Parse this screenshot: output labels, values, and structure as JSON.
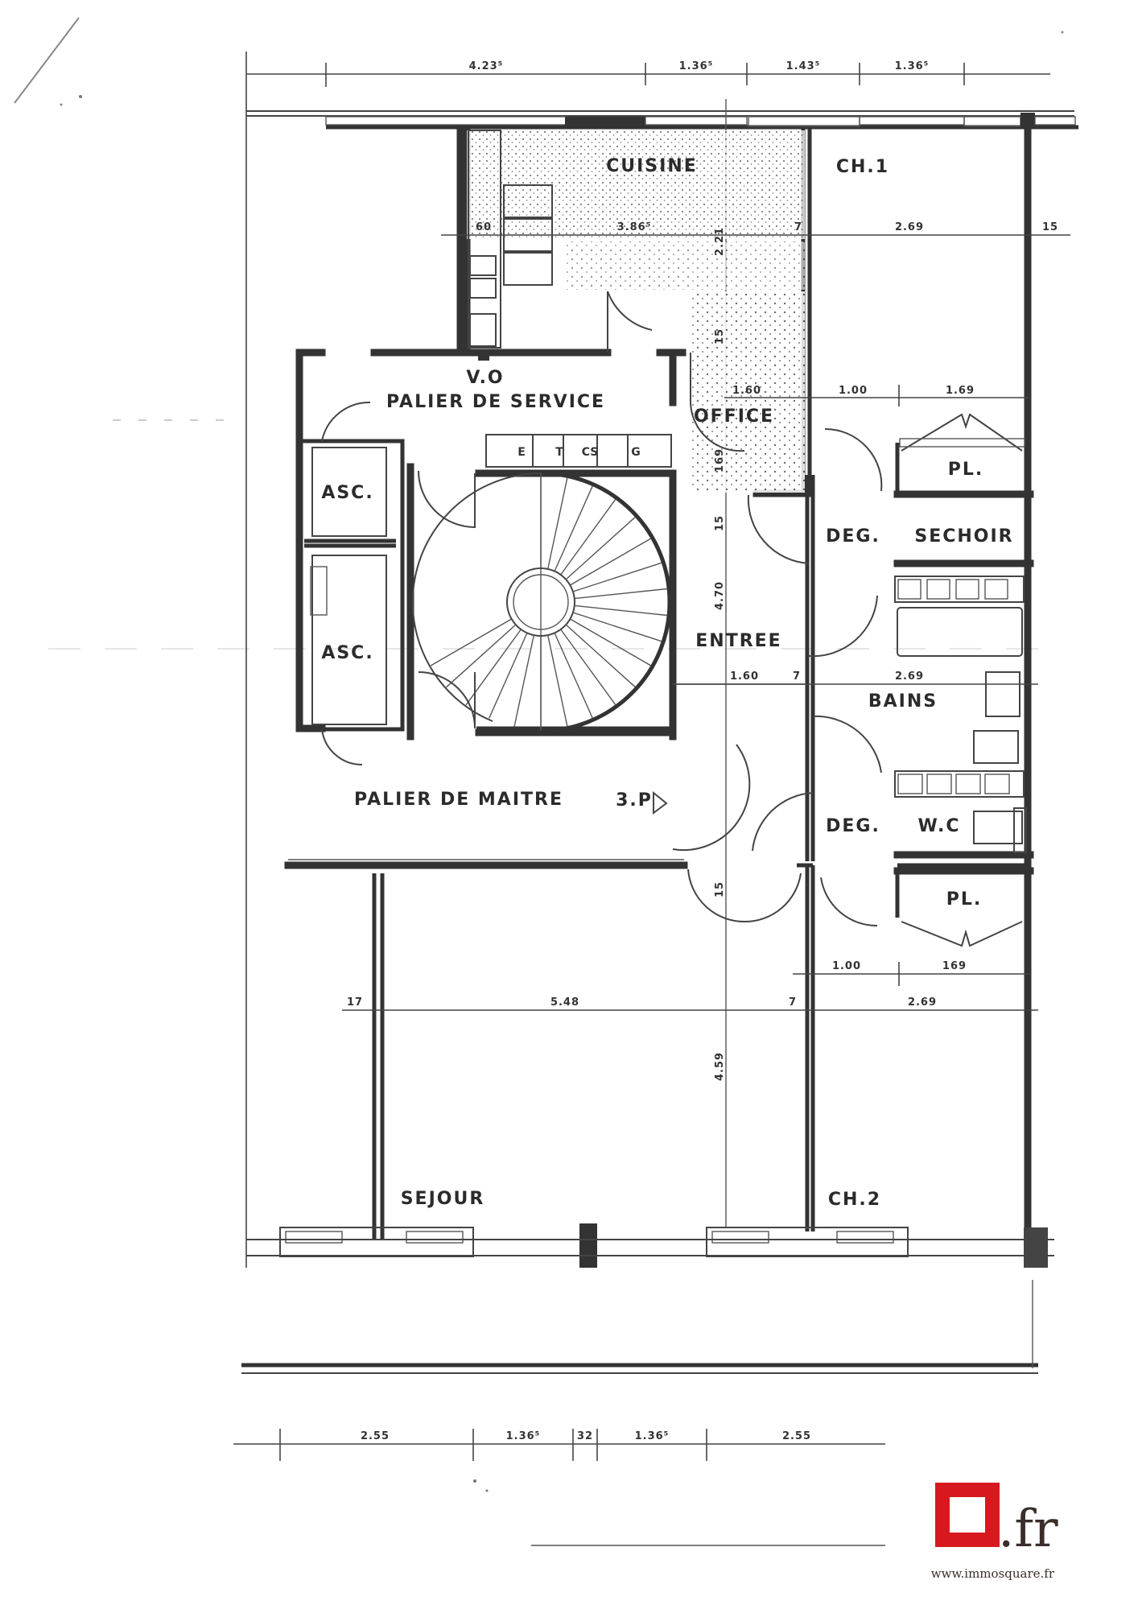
{
  "rooms": {
    "cuisine": "CUISINE",
    "ch1": "CH.1",
    "vo": "V.O",
    "palier_service": "PALIER  DE  SERVICE",
    "office": "OFFICE",
    "pl_top": "PL.",
    "asc1": "ASC.",
    "asc2": "ASC.",
    "deg_top": "DEG.",
    "sechoir": "SECHOIR",
    "entree": "ENTREE",
    "bains": "BAINS",
    "palier_maitre": "PALIER  DE  MAITRE",
    "bp": "3.P",
    "deg_bottom": "DEG.",
    "wc": "W.C",
    "pl_bottom": "PL.",
    "sejour": "SEJOUR",
    "ch2": "CH.2"
  },
  "gaines": [
    "E",
    "T",
    "CS",
    "G"
  ],
  "dimensions": {
    "top": [
      "4.23⁵",
      "1.36⁵",
      "1.43⁵",
      "1.36⁵"
    ],
    "kitchen_row": [
      "60",
      "3.86⁵",
      "7",
      "2.69",
      "15"
    ],
    "office_row": [
      "1.60",
      "1.00",
      "1.69"
    ],
    "mid_row": [
      "1.60",
      "7",
      "2.69"
    ],
    "pl_bottom_row": [
      "1.00",
      "169"
    ],
    "sejour_row": [
      "17",
      "5.48",
      "7",
      "2.69"
    ],
    "vertical": [
      "2.21",
      "15",
      "169",
      "15",
      "4.70",
      "15",
      "4.59"
    ],
    "bottom": [
      "2.55",
      "1.36⁵",
      "32",
      "1.36⁵",
      "2.55"
    ]
  },
  "brand": {
    "tld": ".fr",
    "url": "www.immosquare.fr",
    "accent": "#d7191f"
  }
}
